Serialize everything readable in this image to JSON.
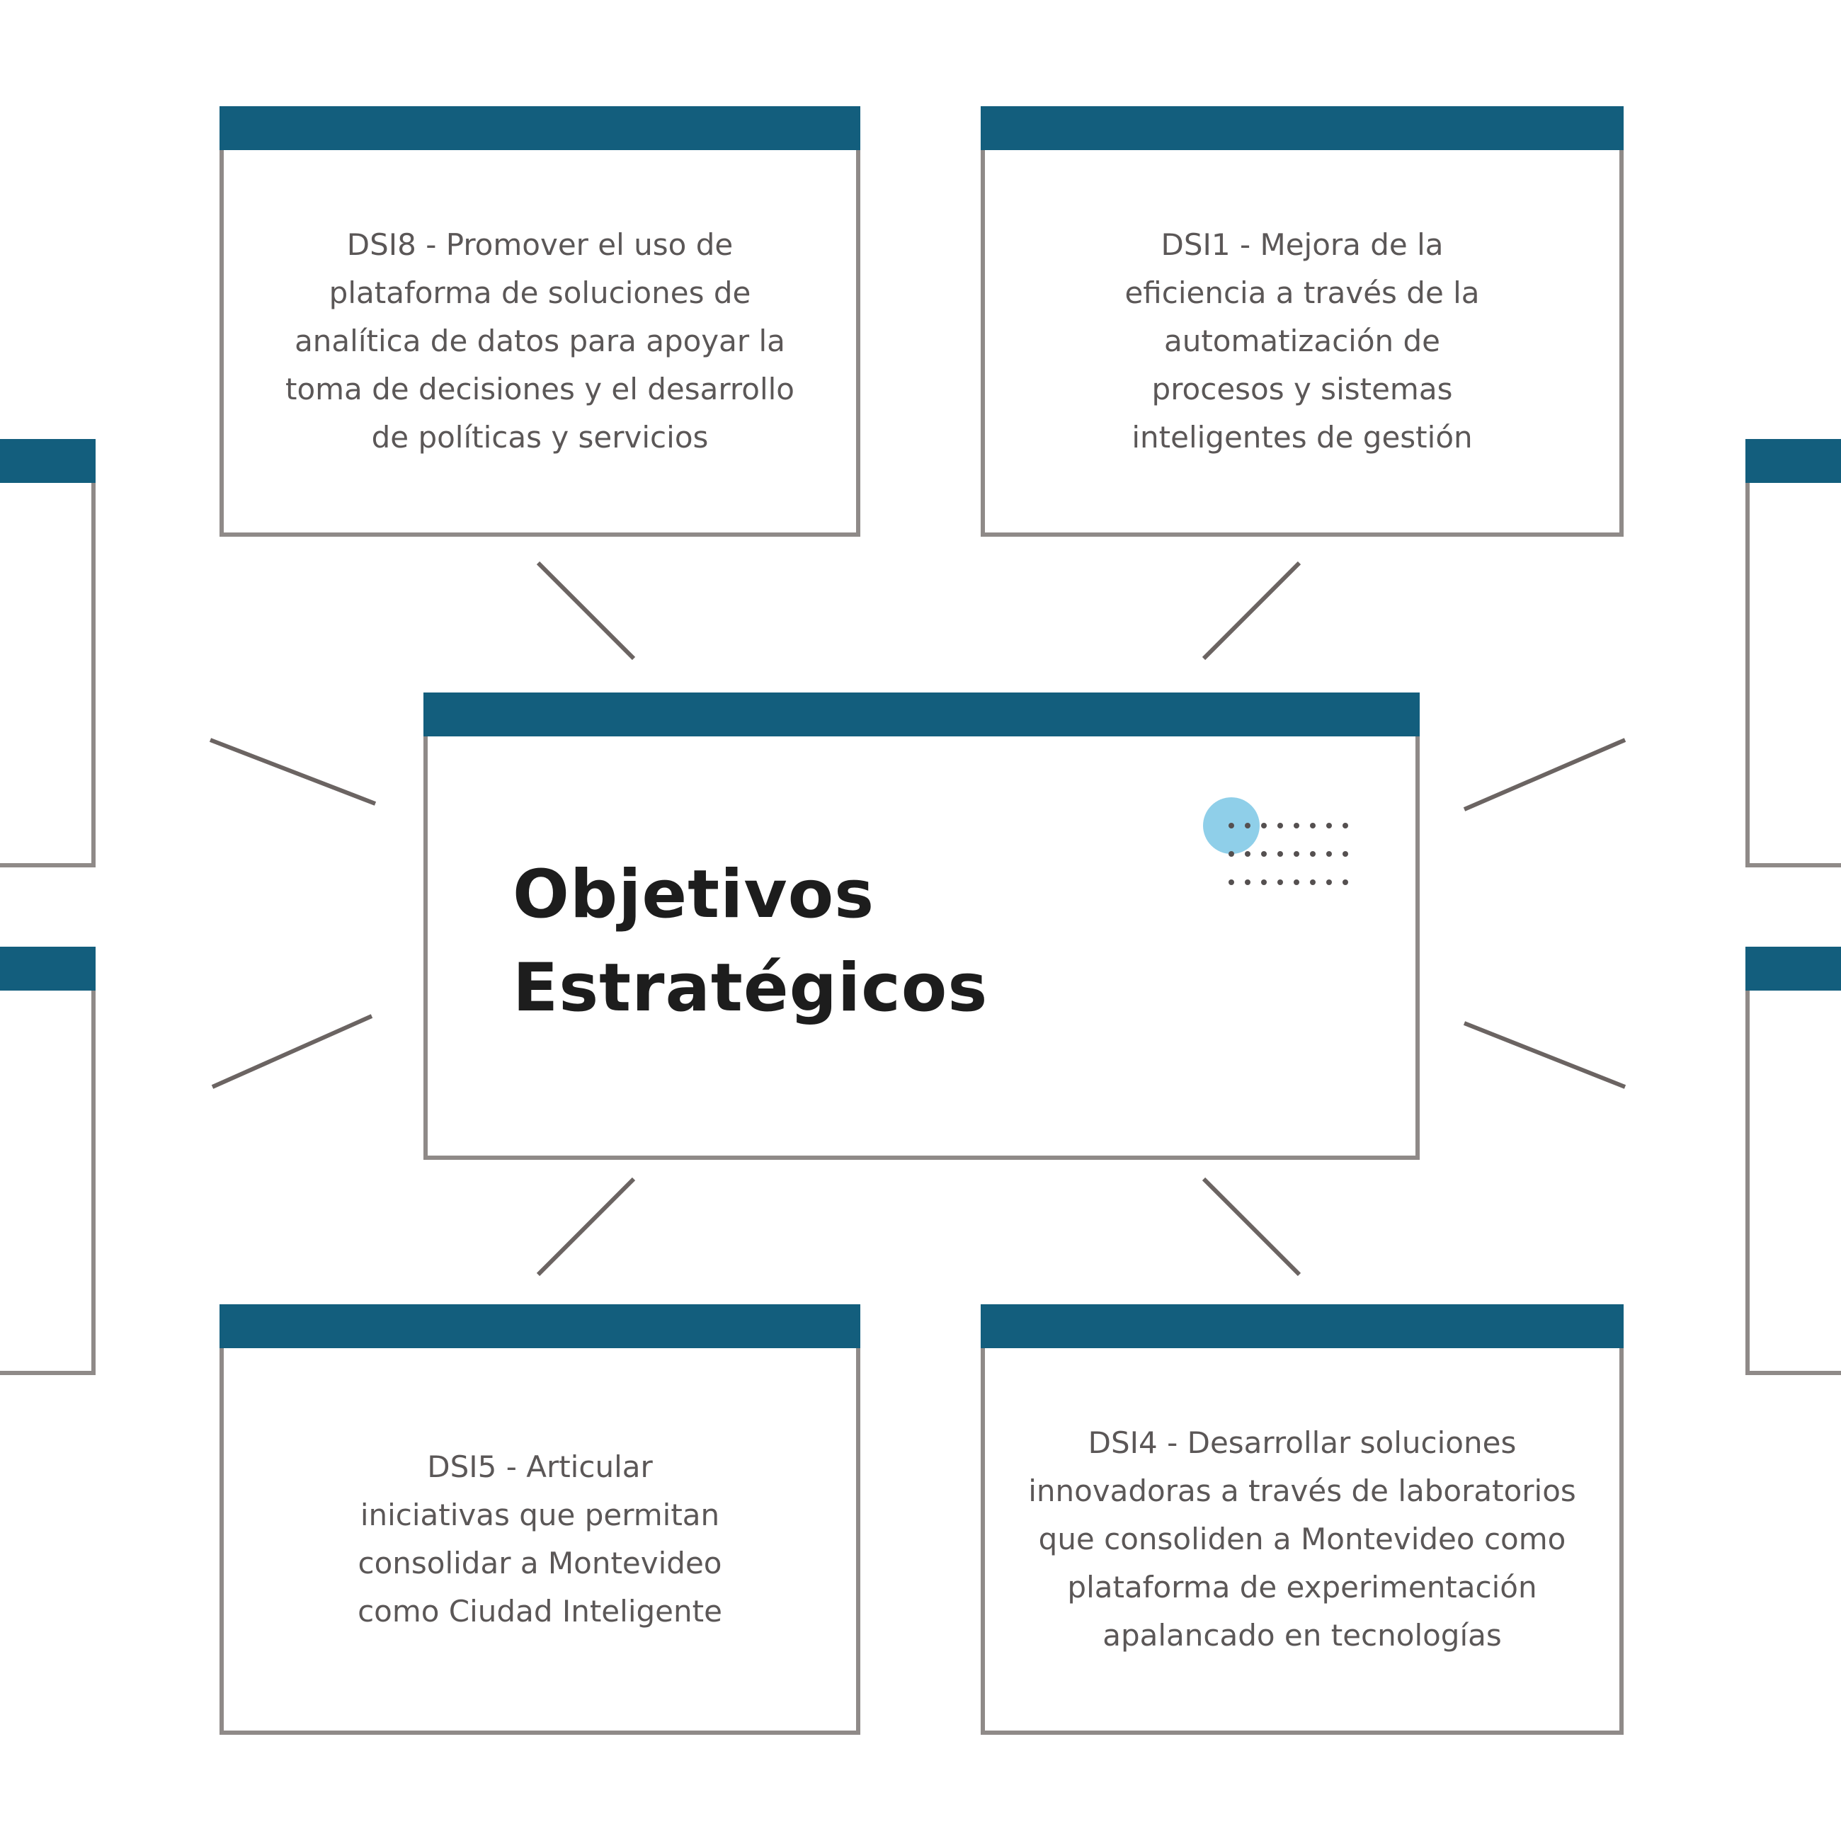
{
  "center": {
    "title_line1": "Objetivos",
    "title_line2": "Estratégicos"
  },
  "cards": {
    "top_left": "DSI8 - Promover el uso de plataforma de soluciones de analítica de datos para apoyar la toma de decisiones y el desarrollo de políticas y servicios",
    "top_right": "DSI1 - Mejora de la eficiencia a través de la automatización de procesos y sistemas inteligentes de gestión",
    "bottom_left": "DSI5 - Articular iniciativas que permitan consolidar a Montevideo como Ciudad Inteligente",
    "bottom_right": "DSI4 - Desarrollar soluciones innovadoras a través de laboratorios que consoliden a Montevideo como plataforma de experimentación apalancado en tecnologías"
  },
  "colors": {
    "header": "#135e7d",
    "border": "#8f8a88",
    "connector": "#6b6462",
    "accent_dot": "#8fcfe9"
  }
}
